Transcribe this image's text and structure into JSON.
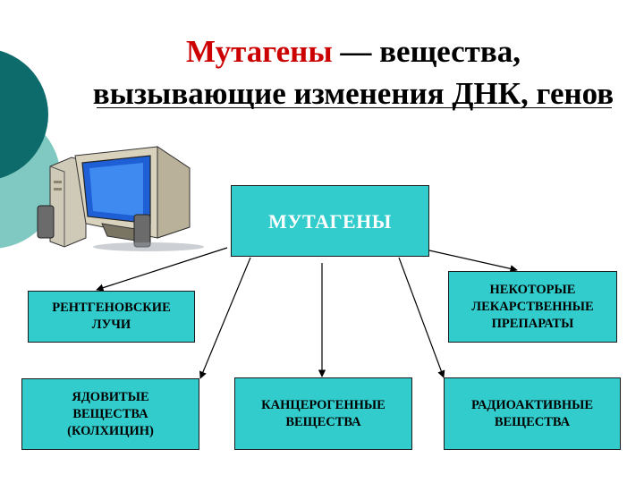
{
  "slide": {
    "title_highlight": "Мутагены",
    "title_rest": " — вещества, вызывающие изменения ДНК, генов",
    "colors": {
      "accent": "#cc0000",
      "box_fill": "#33cccc",
      "deco_dark": "#0e6b6b",
      "deco_light": "#7fc9c2"
    }
  },
  "diagram": {
    "center": "МУТАГЕНЫ",
    "nodes": [
      "РЕНТГЕНОВСКИЕ\nЛУЧИ",
      "НЕКОТОРЫЕ\nЛЕКАРСТВЕННЫЕ\nПРЕПАРАТЫ",
      "ЯДОВИТЫЕ\nВЕЩЕСТВА\n(КОЛХИЦИН)",
      "КАНЦЕРОГЕННЫЕ\nВЕЩЕСТВА",
      "РАДИОАКТИВНЫЕ\nВЕЩЕСТВА"
    ]
  },
  "illustration": {
    "icon": "computer-icon"
  }
}
